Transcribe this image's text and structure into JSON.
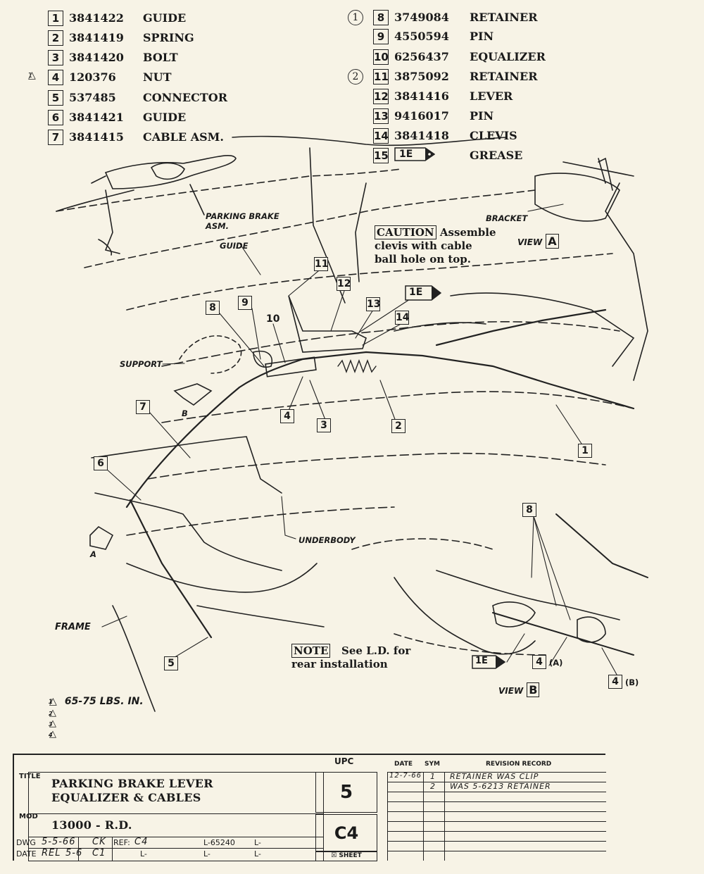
{
  "parts_list": [
    {
      "item": "1",
      "part_no": "3841422",
      "name": "GUIDE",
      "symbol": ""
    },
    {
      "item": "2",
      "part_no": "3841419",
      "name": "SPRING",
      "symbol": ""
    },
    {
      "item": "3",
      "part_no": "3841420",
      "name": "BOLT",
      "symbol": ""
    },
    {
      "item": "4",
      "part_no": "120376",
      "name": "NUT",
      "symbol": "1"
    },
    {
      "item": "5",
      "part_no": "537485",
      "name": "CONNECTOR",
      "symbol": ""
    },
    {
      "item": "6",
      "part_no": "3841421",
      "name": "GUIDE",
      "symbol": ""
    },
    {
      "item": "7",
      "part_no": "3841415",
      "name": "CABLE ASM.",
      "symbol": ""
    },
    {
      "item": "8",
      "part_no": "3749084",
      "name": "RETAINER",
      "symbol": "1"
    },
    {
      "item": "9",
      "part_no": "4550594",
      "name": "PIN",
      "symbol": ""
    },
    {
      "item": "10",
      "part_no": "6256437",
      "name": "EQUALIZER",
      "symbol": ""
    },
    {
      "item": "11",
      "part_no": "3875092",
      "name": "RETAINER",
      "symbol": "2"
    },
    {
      "item": "12",
      "part_no": "3841416",
      "name": "LEVER",
      "symbol": ""
    },
    {
      "item": "13",
      "part_no": "9416017",
      "name": "PIN",
      "symbol": ""
    },
    {
      "item": "14",
      "part_no": "3841418",
      "name": "CLEVIS",
      "symbol": ""
    },
    {
      "item": "15",
      "part_no": "1E",
      "name": "GREASE",
      "symbol": ""
    }
  ],
  "labels": {
    "parking_brake_1": "PARKING BRAKE",
    "parking_brake_2": "ASM.",
    "guide": "GUIDE",
    "support": "SUPPORT",
    "underbody": "UNDERBODY",
    "frame": "FRAME",
    "bracket": "BRACKET",
    "view_a_word": "VIEW",
    "view_a_letter": "A",
    "view_b_word": "VIEW",
    "view_b_letter": "B",
    "a_letter": "A",
    "b_letter": "B"
  },
  "caution": {
    "tag": "CAUTION",
    "line1": "Assemble",
    "line2": "clevis with cable",
    "line3": "ball hole on top."
  },
  "note": {
    "tag": "NOTE",
    "line1": "See L.D. for",
    "line2": "rear installation"
  },
  "callouts": {
    "c11": "11",
    "c12": "12",
    "c13": "13",
    "c14": "14",
    "c8": "8",
    "c9": "9",
    "c10": "10",
    "c7": "7",
    "c6": "6",
    "c4": "4",
    "c3": "3",
    "c2": "2",
    "c1": "1",
    "c5": "5",
    "c8b": "8",
    "c4a": "4",
    "c4b": "4",
    "grease": "1E",
    "grease2": "1E",
    "grease3": "1E",
    "sub_a": "(A)",
    "sub_b": "(B)"
  },
  "torque": {
    "symbol": "1",
    "value": "65-75  LBS.  IN.",
    "extra_symbols": [
      "2",
      "3",
      "4"
    ]
  },
  "title_block": {
    "upc_header": "UPC",
    "date_header": "DATE",
    "sym_header": "SYM",
    "revision_header": "REVISION RECORD",
    "title_letters": "TITLE",
    "title_line1": "PARKING BRAKE LEVER",
    "title_line2": "EQUALIZER & CABLES",
    "mod_letters": "MOD",
    "model": "13000 - R.D.",
    "upc_value": "5",
    "upc_sheet_code": "C4",
    "sheet_label": "SHEET",
    "dwg_label": "DWG",
    "date_label": "DATE",
    "dwg_date": "5-5-66",
    "dwg_initials": "CK",
    "rel_label": "REL",
    "rel_value": "5-6",
    "rel_initials": "C1",
    "ref_label": "REF:",
    "ref_value": "C4",
    "l_ref_1": "L-65240",
    "l_blank": "L-",
    "revisions": [
      {
        "date": "12-7-66",
        "sym": "1",
        "text": "RETAINER WAS CLIP"
      },
      {
        "date": "",
        "sym": "2",
        "text": "WAS 5-6213 RETAINER"
      }
    ]
  }
}
